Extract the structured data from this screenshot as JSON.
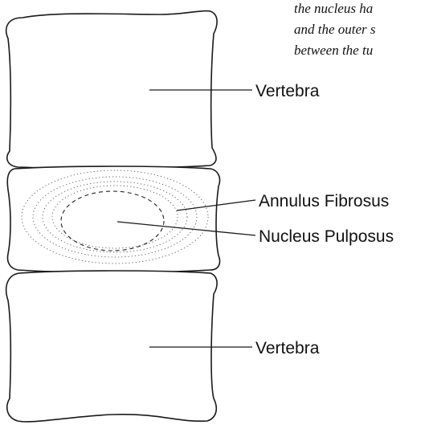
{
  "caption_fragment": {
    "line1": "the nucleus ha",
    "line2": "and the outer s",
    "line3": "between the tu"
  },
  "labels": {
    "vertebra_upper": "Vertebra",
    "annulus": "Annulus Fibrosus",
    "nucleus": "Nucleus Pulposus",
    "vertebra_lower": "Vertebra"
  }
}
